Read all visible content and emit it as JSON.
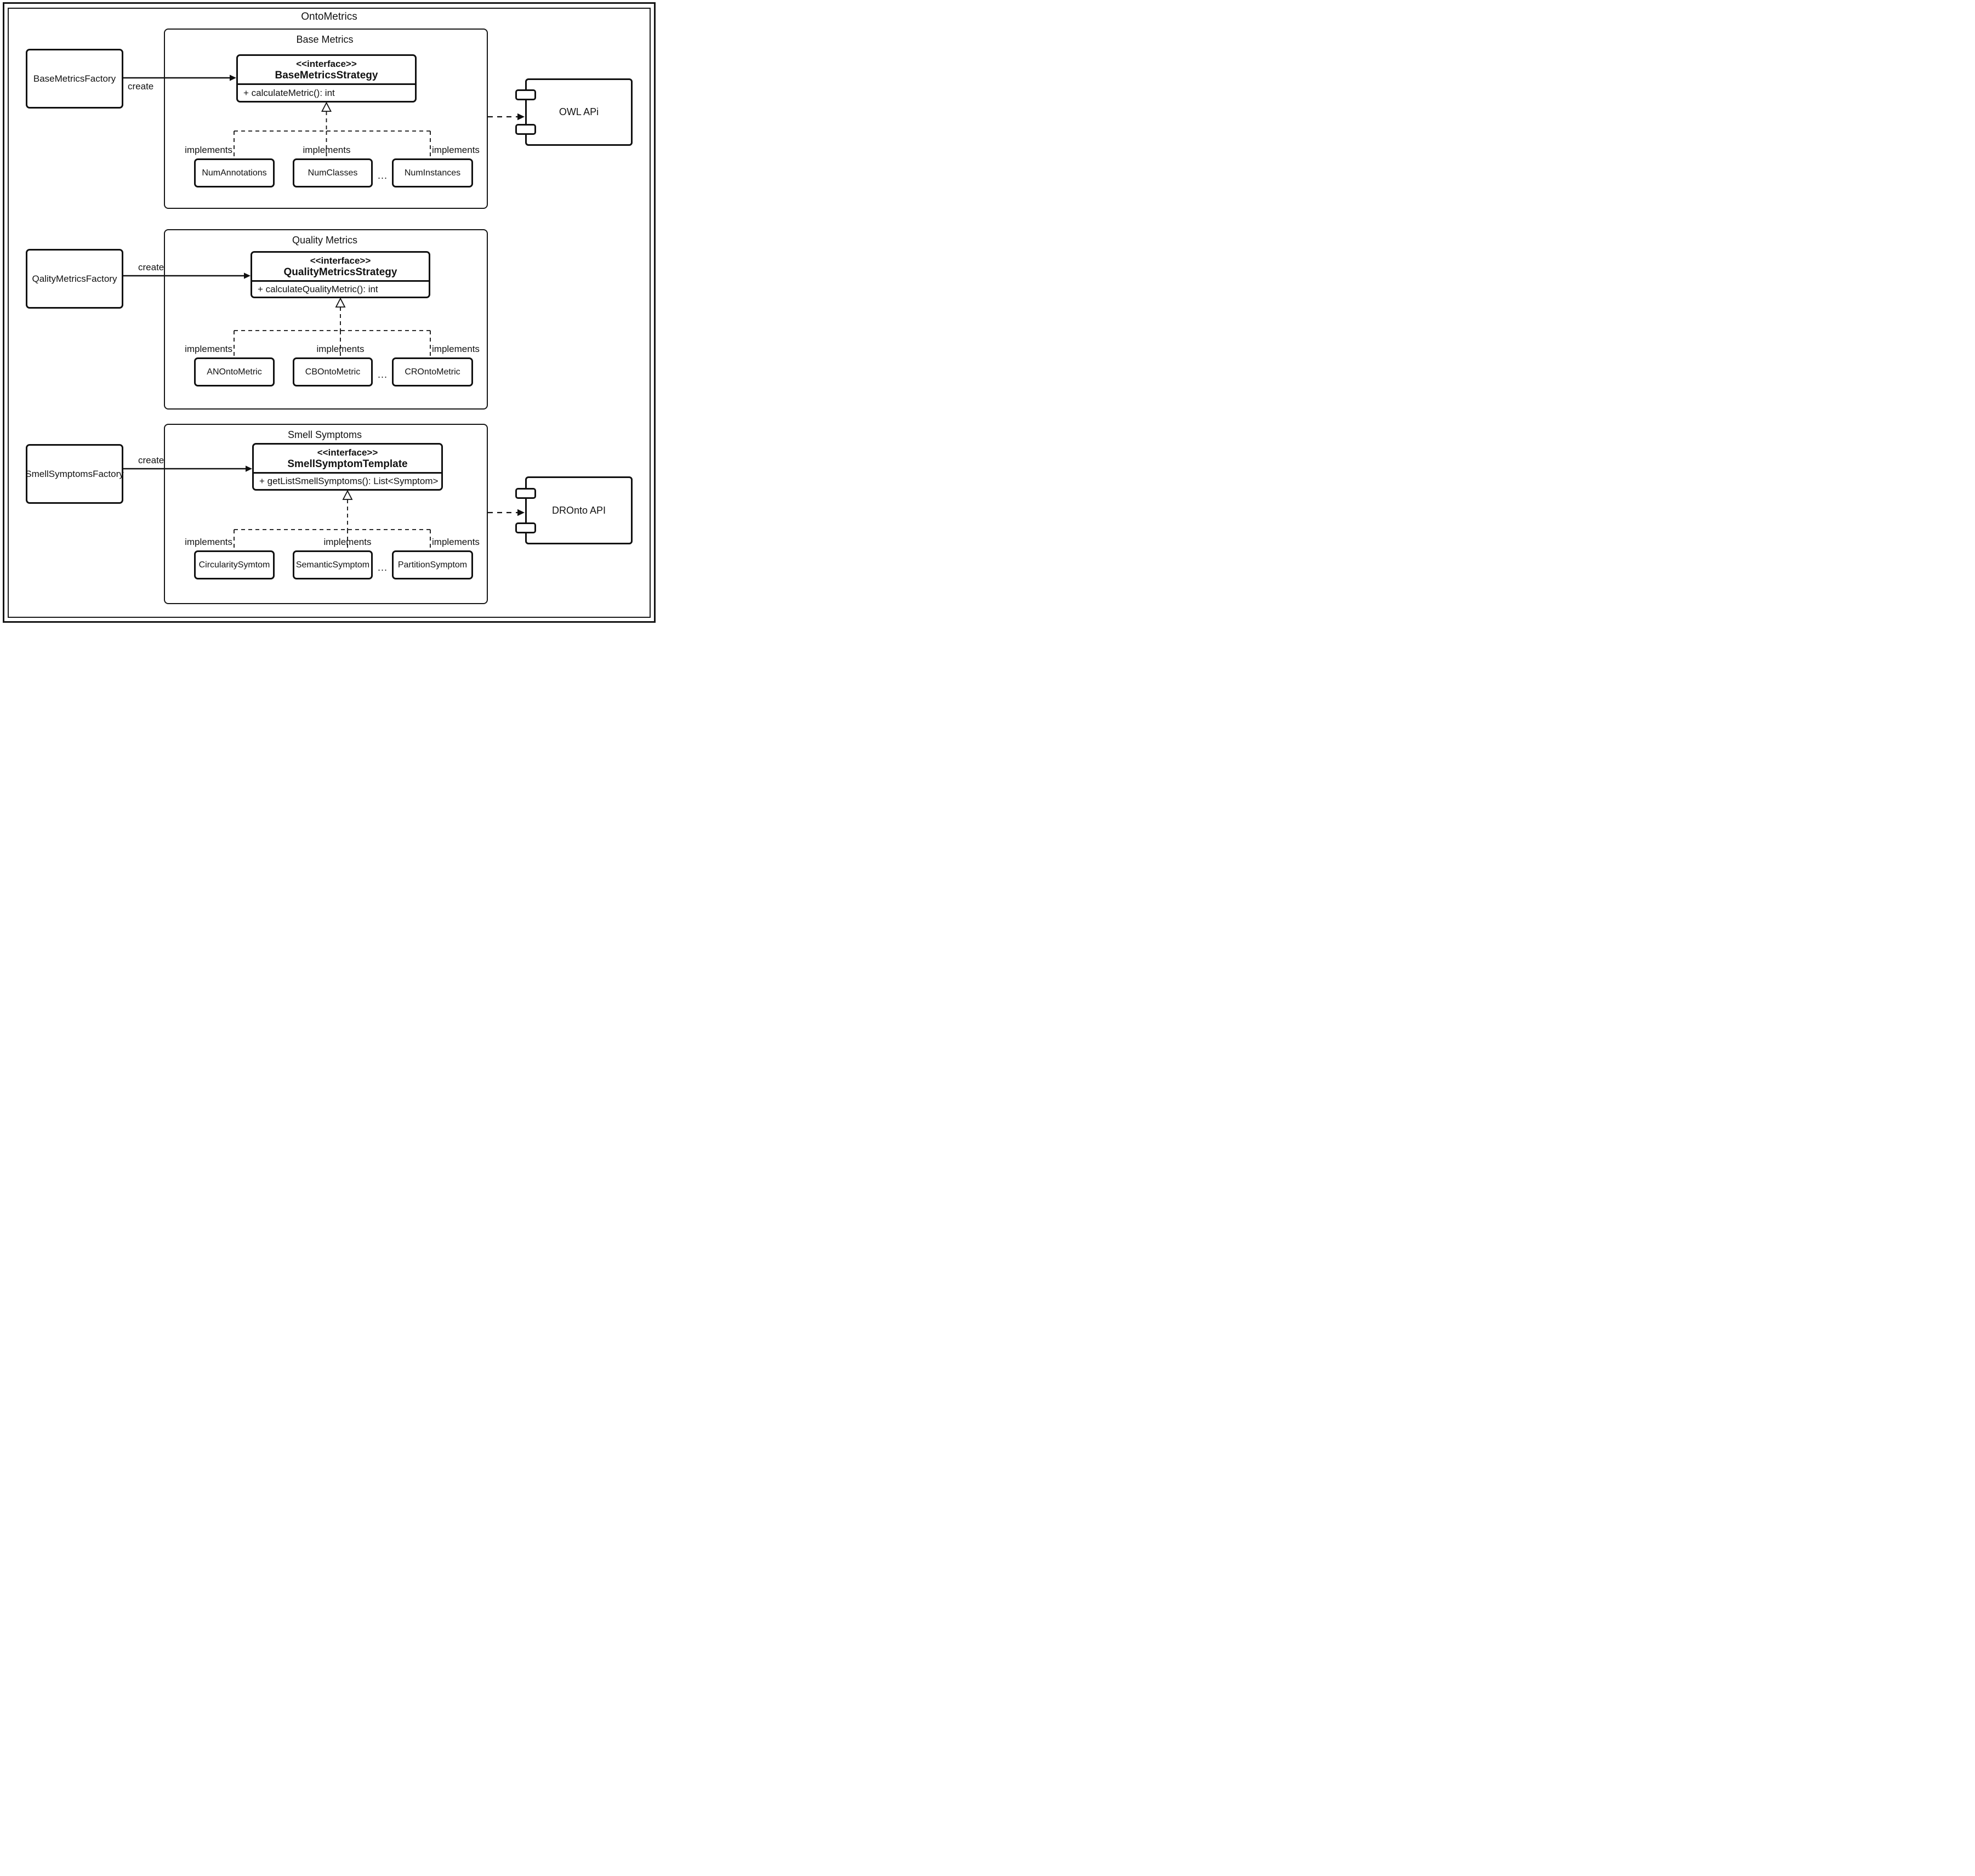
{
  "title": "OntoMetrics",
  "sections": [
    {
      "name": "Base Metrics",
      "factory": "BaseMetricsFactory",
      "create_label": "create",
      "interface": {
        "stereotype": "<<interface>>",
        "name": "BaseMetricsStrategy",
        "method": "+ calculateMetric(): int"
      },
      "implements_label": "implements",
      "ellipsis": "...",
      "implementations": [
        "NumAnnotations",
        "NumClasses",
        "NumInstances"
      ]
    },
    {
      "name": "Quality Metrics",
      "factory": "QalityMetricsFactory",
      "create_label": "create",
      "interface": {
        "stereotype": "<<interface>>",
        "name": "QualityMetricsStrategy",
        "method": "+ calculateQualityMetric(): int"
      },
      "implements_label": "implements",
      "ellipsis": "...",
      "implementations": [
        "ANOntoMetric",
        "CBOntoMetric",
        "CROntoMetric"
      ]
    },
    {
      "name": "Smell Symptoms",
      "factory": "SmellSymptomsFactory",
      "create_label": "create",
      "interface": {
        "stereotype": "<<interface>>",
        "name": "SmellSymptomTemplate",
        "method": "+ getListSmellSymptoms(): List<Symptom>"
      },
      "implements_label": "implements",
      "ellipsis": "...",
      "implementations": [
        "CircularitySymtom",
        "SemanticSymptom",
        "PartitionSymptom"
      ]
    }
  ],
  "components": [
    {
      "name": "OWL APi"
    },
    {
      "name": "DROnto API"
    }
  ]
}
